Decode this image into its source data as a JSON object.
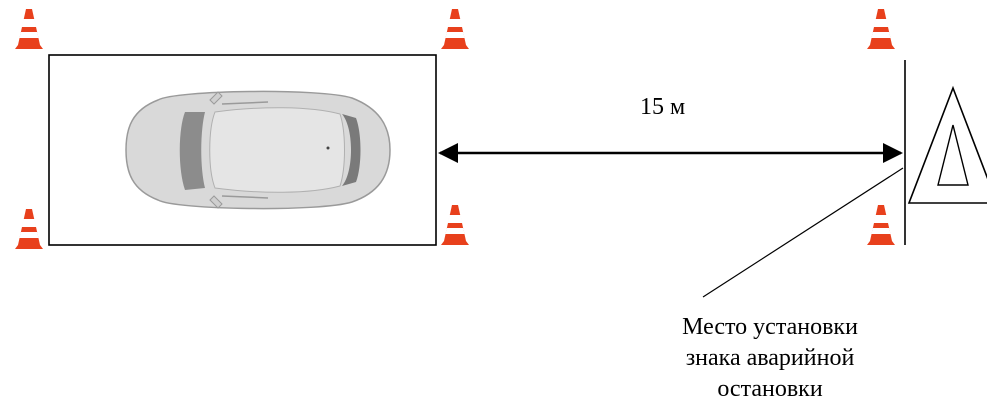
{
  "diagram": {
    "distance_label": "15 м",
    "caption_lines": [
      "Место установки",
      "знака аварийной",
      "остановки"
    ]
  },
  "icons": {
    "vehicle": "car-top-view-icon",
    "cone": "traffic-cone-icon",
    "sign": "warning-triangle-icon"
  },
  "colors": {
    "cone": "#e8401c",
    "line": "#000000",
    "car_body": "#d9d9d9"
  }
}
